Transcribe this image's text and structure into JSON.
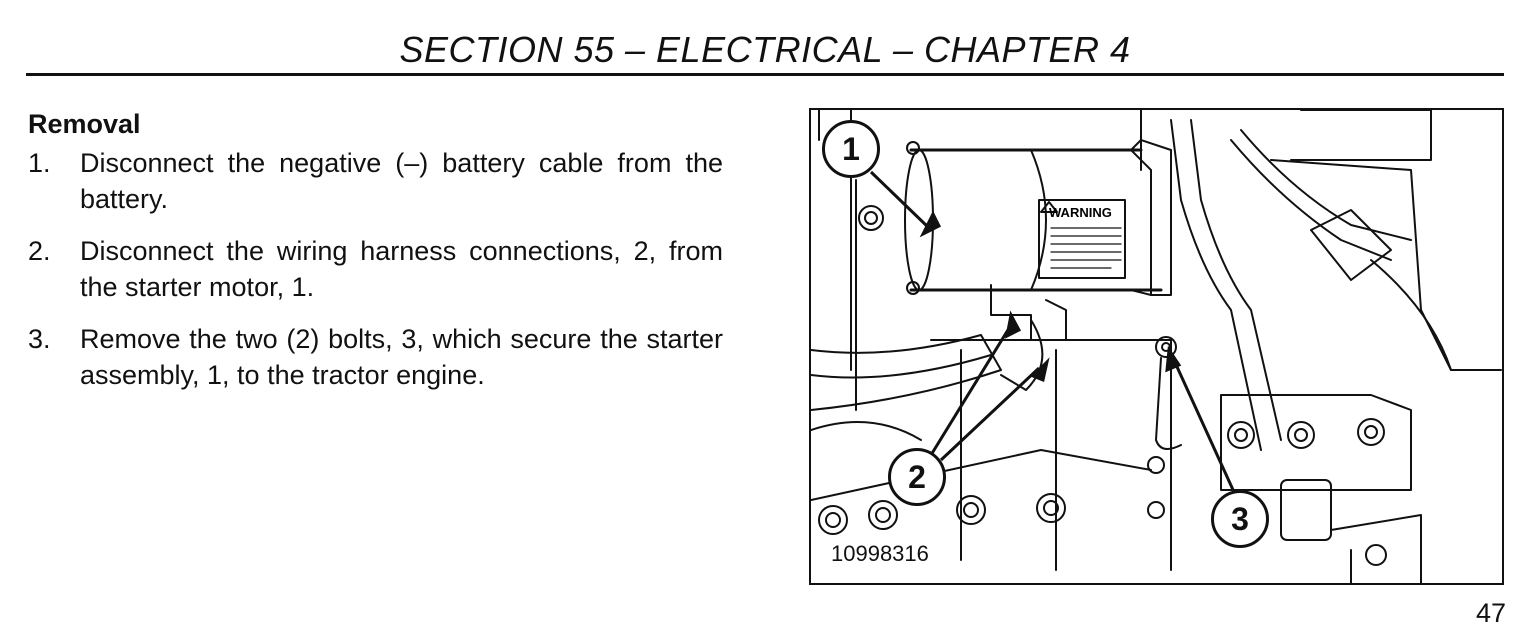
{
  "header": {
    "title": "SECTION 55 – ELECTRICAL – CHAPTER 4"
  },
  "removal": {
    "heading": "Removal",
    "steps": [
      {
        "num": "1.",
        "text": "Disconnect the negative (–) battery cable from the battery."
      },
      {
        "num": "2.",
        "text": "Disconnect the wiring harness connections, 2, from the starter motor, 1."
      },
      {
        "num": "3.",
        "text": "Remove the two (2) bolts, 3, which secure the starter assembly, 1, to the tractor engine."
      }
    ]
  },
  "figure": {
    "id": "10998316",
    "warning_label": "WARNING",
    "callouts": [
      "1",
      "2",
      "3"
    ]
  },
  "footer": {
    "page_number": "47"
  }
}
